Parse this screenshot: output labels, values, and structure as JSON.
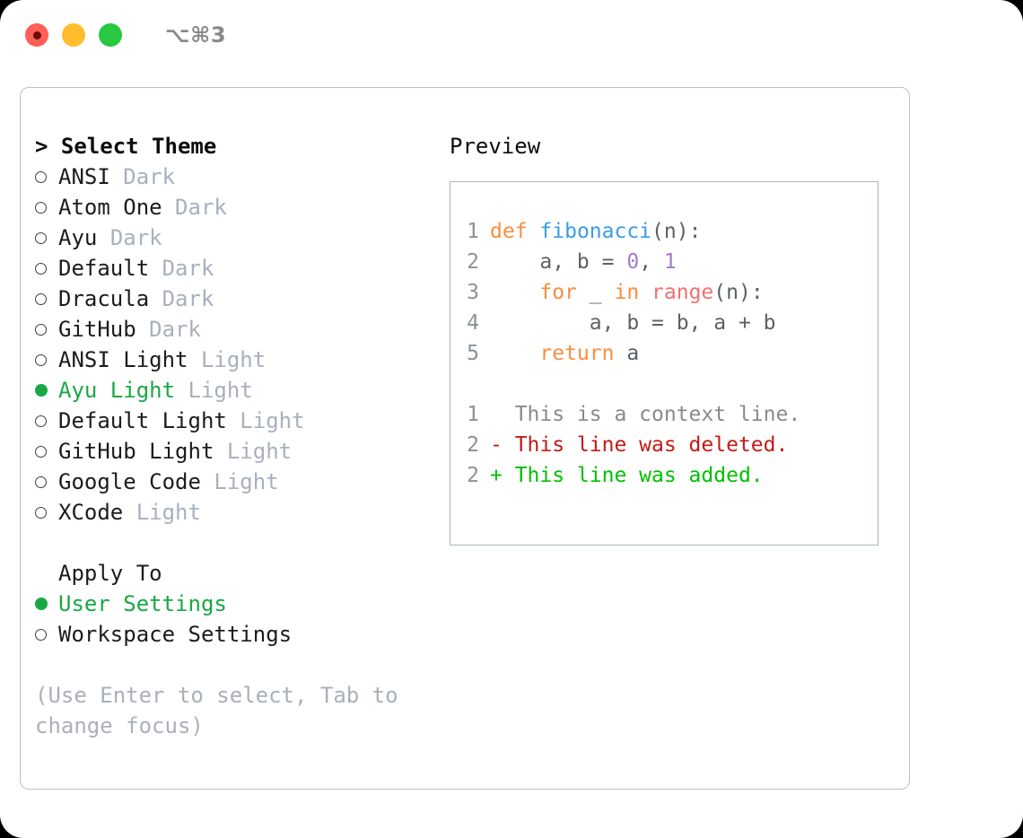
{
  "titlebar": {
    "shortcut": "⌥⌘3",
    "buttons": [
      "close",
      "minimize",
      "maximize"
    ]
  },
  "theme_list": {
    "header": "> Select Theme",
    "items": [
      {
        "marker": "open",
        "label": "ANSI",
        "category": "Dark",
        "selected": false
      },
      {
        "marker": "open",
        "label": "Atom One",
        "category": "Dark",
        "selected": false
      },
      {
        "marker": "open",
        "label": "Ayu",
        "category": "Dark",
        "selected": false
      },
      {
        "marker": "open",
        "label": "Default",
        "category": "Dark",
        "selected": false
      },
      {
        "marker": "open",
        "label": "Dracula",
        "category": "Dark",
        "selected": false
      },
      {
        "marker": "open",
        "label": "GitHub",
        "category": "Dark",
        "selected": false
      },
      {
        "marker": "open",
        "label": "ANSI Light",
        "category": "Light",
        "selected": false
      },
      {
        "marker": "filled",
        "label": "Ayu Light",
        "category": "Light",
        "selected": true
      },
      {
        "marker": "open",
        "label": "Default Light",
        "category": "Light",
        "selected": false
      },
      {
        "marker": "open",
        "label": "GitHub Light",
        "category": "Light",
        "selected": false
      },
      {
        "marker": "open",
        "label": "Google Code",
        "category": "Light",
        "selected": false
      },
      {
        "marker": "open",
        "label": "XCode",
        "category": "Light",
        "selected": false
      }
    ]
  },
  "apply_to": {
    "header": "Apply To",
    "items": [
      {
        "marker": "filled",
        "label": "User Settings",
        "selected": true
      },
      {
        "marker": "open",
        "label": "Workspace Settings",
        "selected": false
      }
    ]
  },
  "hint": "(Use Enter to select, Tab to change focus)",
  "preview": {
    "title": "Preview",
    "code_lines": [
      {
        "num": "1",
        "tokens": [
          {
            "t": "def",
            "c": "kw"
          },
          {
            "t": " ",
            "c": "txt"
          },
          {
            "t": "fibonacci",
            "c": "fn"
          },
          {
            "t": "(n):",
            "c": "txt"
          }
        ]
      },
      {
        "num": "2",
        "tokens": [
          {
            "t": "    a, b = ",
            "c": "txt"
          },
          {
            "t": "0",
            "c": "num"
          },
          {
            "t": ", ",
            "c": "txt"
          },
          {
            "t": "1",
            "c": "num"
          }
        ]
      },
      {
        "num": "3",
        "tokens": [
          {
            "t": "    ",
            "c": "txt"
          },
          {
            "t": "for",
            "c": "kw"
          },
          {
            "t": " _ ",
            "c": "txt"
          },
          {
            "t": "in",
            "c": "kw"
          },
          {
            "t": " ",
            "c": "txt"
          },
          {
            "t": "range",
            "c": "call"
          },
          {
            "t": "(n):",
            "c": "txt"
          }
        ]
      },
      {
        "num": "4",
        "tokens": [
          {
            "t": "        a, b = b, a + b",
            "c": "txt"
          }
        ]
      },
      {
        "num": "5",
        "tokens": [
          {
            "t": "    ",
            "c": "txt"
          },
          {
            "t": "return",
            "c": "kw"
          },
          {
            "t": " a",
            "c": "txt"
          }
        ]
      }
    ],
    "diff_lines": [
      {
        "num": "1",
        "kind": "context",
        "text": "  This is a context line."
      },
      {
        "num": "2",
        "kind": "deleted",
        "text": "- This line was deleted."
      },
      {
        "num": "2",
        "kind": "added",
        "text": "+ This line was added."
      }
    ]
  },
  "colors": {
    "accent_green": "#19a845",
    "muted": "#a8b0bd",
    "keyword": "#fa8d3e",
    "function": "#399ee6",
    "number": "#a37acc",
    "call": "#f07171",
    "diff_deleted": "#c41a16",
    "diff_added": "#00c000",
    "traffic_red": "#ff5f57",
    "traffic_yellow": "#ffbd2e",
    "traffic_green": "#28c840"
  }
}
